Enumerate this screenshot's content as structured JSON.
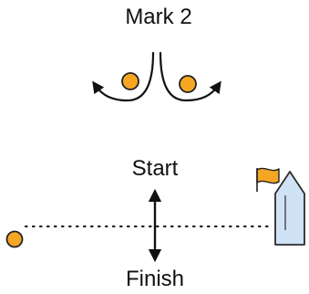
{
  "diagram": {
    "mark_label": "Mark 2",
    "start_label": "Start",
    "finish_label": "Finish"
  },
  "colors": {
    "buoy": "#f5a623",
    "outline": "#222222",
    "boat_fill": "#cfe2f6",
    "boat_stroke": "#2b2b2b",
    "flag": "#f5a623"
  },
  "icons": {
    "buoy": "buoy-icon",
    "boat": "committee-boat-icon",
    "flag": "flag-icon",
    "rounding_arrow": "curved-arrow-icon",
    "line_arrow": "double-arrow-icon"
  }
}
